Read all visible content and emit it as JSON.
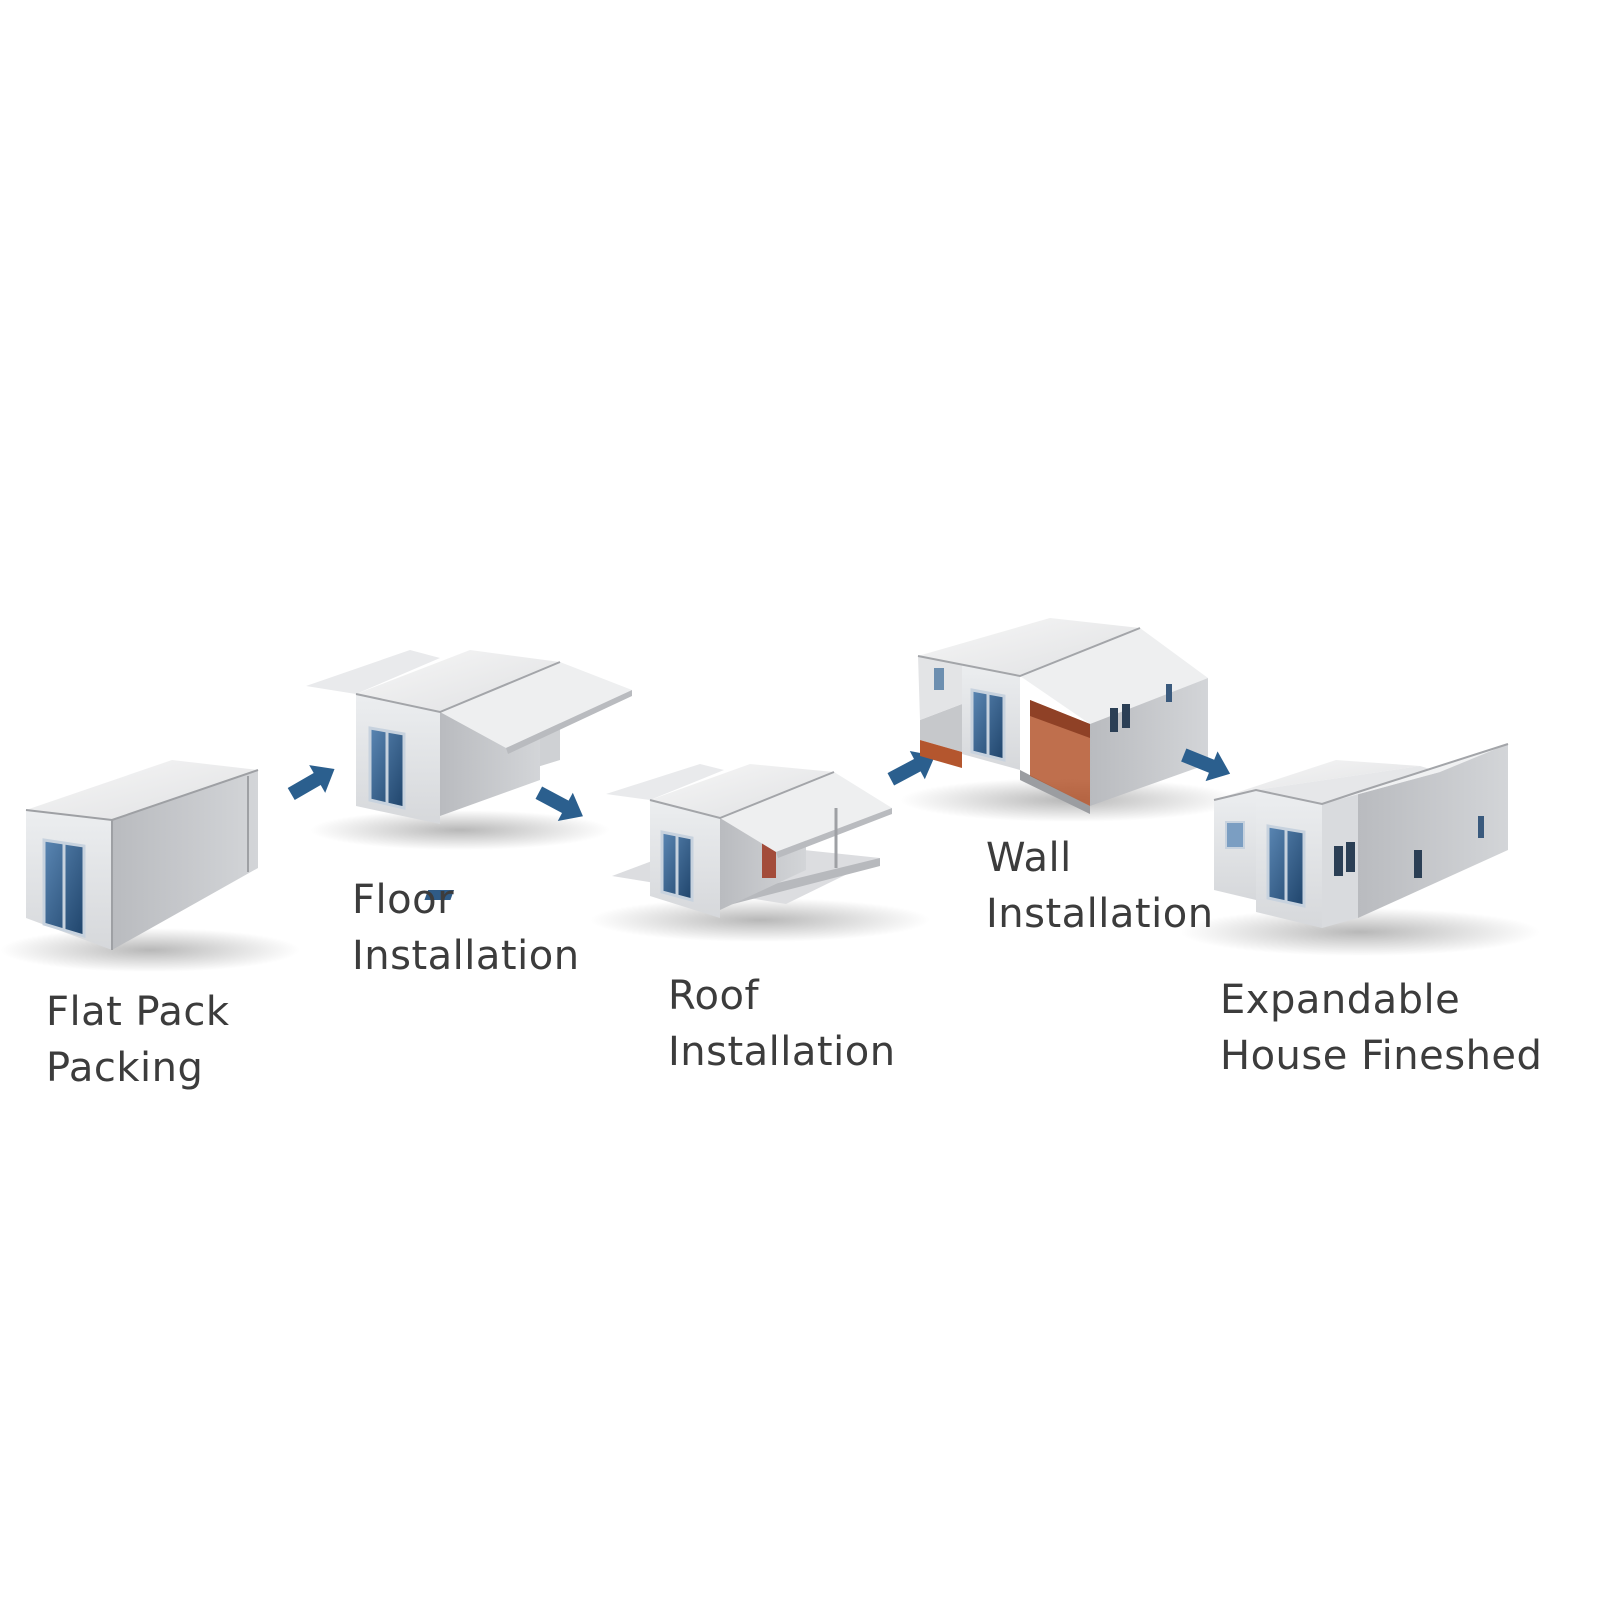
{
  "colors": {
    "background": "#ffffff",
    "arrow": "#2b5f8e",
    "wall_light": "#e7e8ea",
    "wall_mid": "#c9cbce",
    "wall_dark": "#a9abaf",
    "roof": "#f3f3f3",
    "glass": "#2f5b86",
    "floor": "#b4562e",
    "label_text": "#3c3c3c"
  },
  "steps": [
    {
      "line1": "Flat Pack",
      "line2": "Packing",
      "icon": "flat-pack-container-icon"
    },
    {
      "line1": "Floor",
      "line2": "Installation",
      "icon": "floor-installation-icon"
    },
    {
      "line1": "Roof",
      "line2": "Installation",
      "icon": "roof-installation-icon"
    },
    {
      "line1": "Wall",
      "line2": "Installation",
      "icon": "wall-installation-icon"
    },
    {
      "line1": "Expandable",
      "line2": "House Fineshed",
      "icon": "finished-house-icon"
    }
  ],
  "arrows": [
    "arrow-right-icon",
    "arrow-right-icon",
    "arrow-right-icon",
    "arrow-right-icon"
  ]
}
